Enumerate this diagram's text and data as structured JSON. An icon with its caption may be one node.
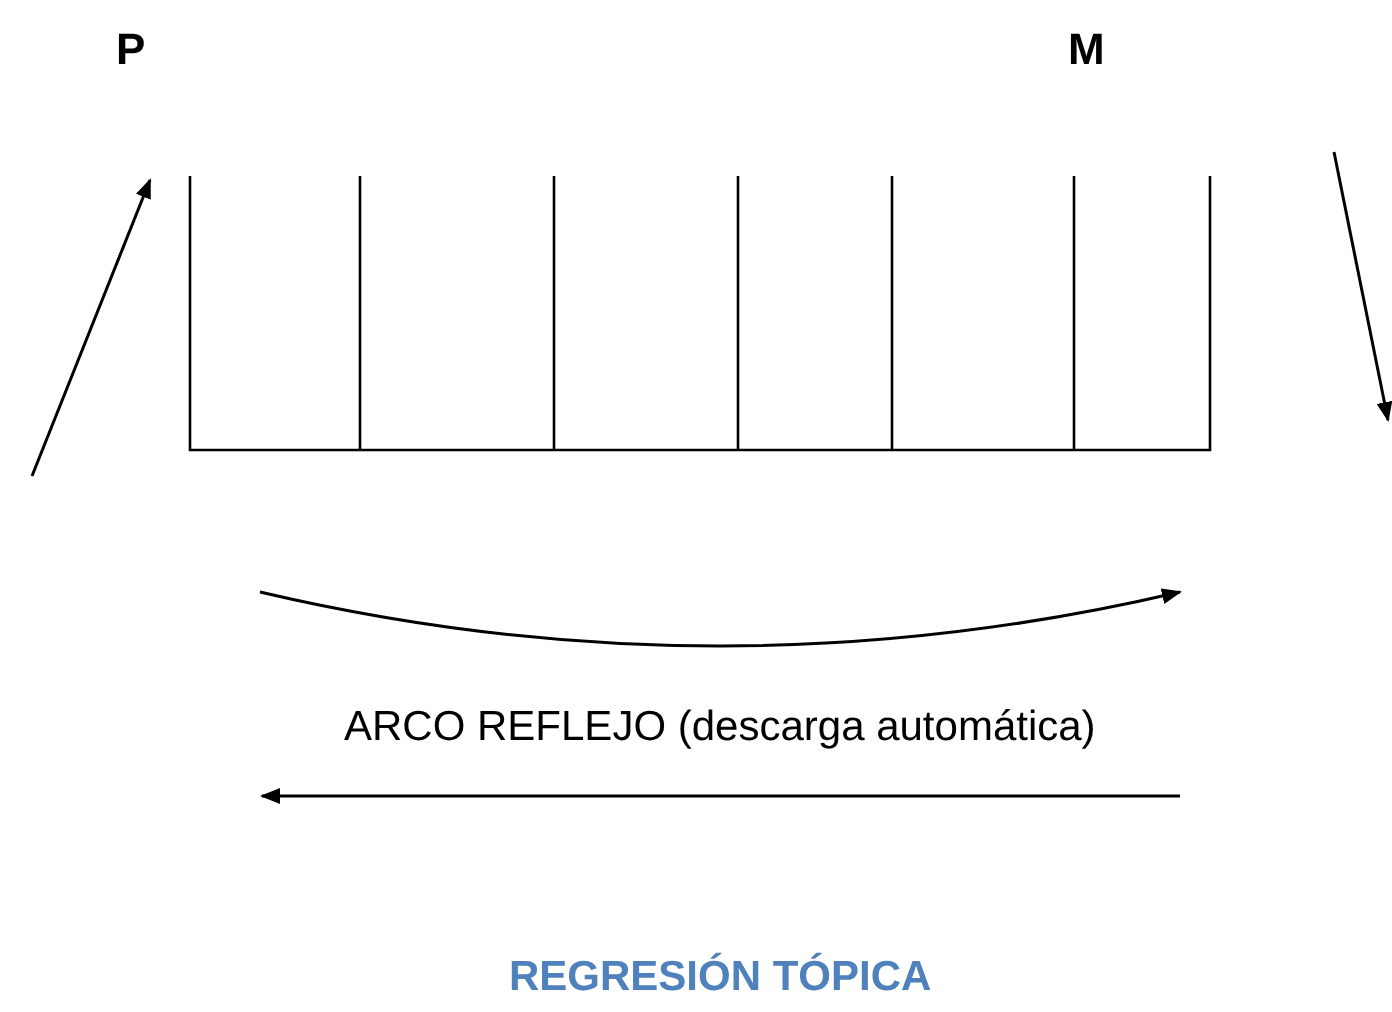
{
  "diagram": {
    "labels": [
      "P",
      "M",
      "ARCO REFLEJO (descarga automática)",
      "REGRESIÓN TÓPICA"
    ]
  }
}
